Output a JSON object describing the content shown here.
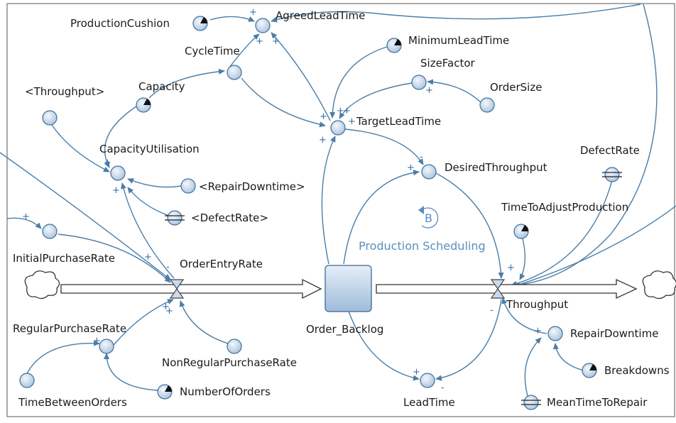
{
  "diagram": {
    "stock": {
      "label": "Order_Backlog"
    },
    "flows": {
      "inflow": "OrderEntryRate",
      "outflow": "Throughput"
    },
    "variables": {
      "production_cushion": "ProductionCushion",
      "agreed_lead_time": "AgreedLeadTime",
      "cycle_time": "CycleTime",
      "minimum_lead_time": "MinimumLeadTime",
      "size_factor": "SizeFactor",
      "order_size": "OrderSize",
      "throughput_shadow": "<Throughput>",
      "capacity": "Capacity",
      "target_lead_time": "TargetLeadTime",
      "capacity_utilisation": "CapacityUtilisation",
      "defect_rate": "DefectRate",
      "desired_throughput": "DesiredThroughput",
      "repair_downtime_shadow": "<RepairDowntime>",
      "defect_rate_shadow": "<DefectRate>",
      "time_to_adjust_production": "TimeToAdjustProduction",
      "initial_purchase_rate": "InitialPurchaseRate",
      "regular_purchase_rate": "RegularPurchaseRate",
      "non_regular_purchase_rate": "NonRegularPurchaseRate",
      "time_between_orders": "TimeBetweenOrders",
      "number_of_orders": "NumberOfOrders",
      "repair_downtime": "RepairDowntime",
      "breakdowns": "Breakdowns",
      "mean_time_to_repair": "MeanTimeToRepair",
      "lead_time": "LeadTime"
    },
    "loop": {
      "letter": "B",
      "name": "Production Scheduling"
    },
    "signs": {
      "plus": "+",
      "minus": "-"
    },
    "colors": {
      "arrow": "#4a7ea8",
      "node": "#b9cfe6",
      "node_stroke": "#3f6e98",
      "loop_label": "#5a8fbf"
    }
  }
}
